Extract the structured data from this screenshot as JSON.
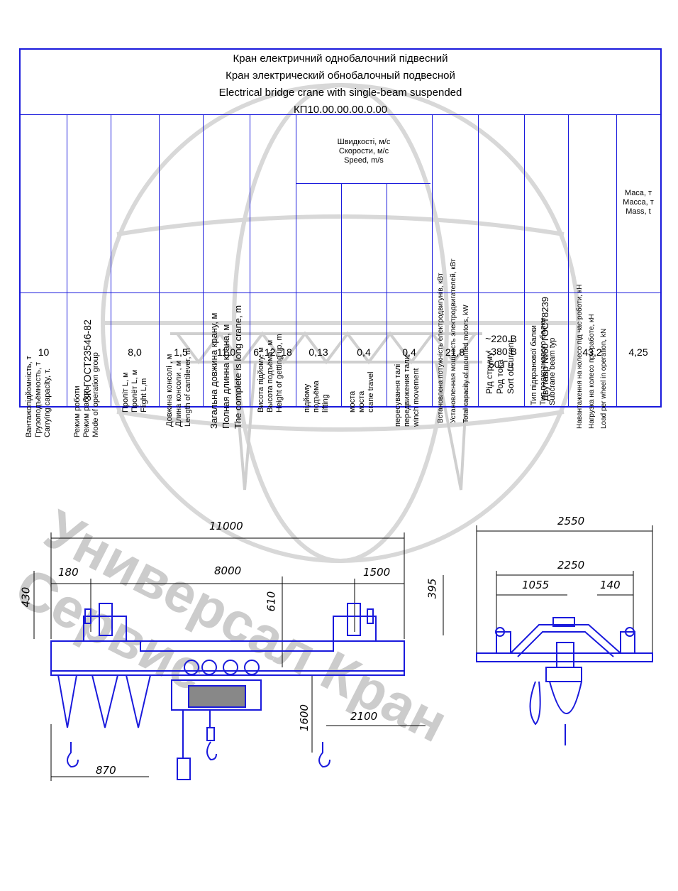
{
  "watermark": {
    "text": "Универсал Кран Сервис"
  },
  "title": {
    "line_ua": "Кран електричний однобалочний підвесний",
    "line_ru": "Кран электрический обнобалочный подвесной",
    "line_en": "Electrical bridge crane with single-beam suspended",
    "code": "КП10.00.00.00.0.00"
  },
  "headers": {
    "capacity": [
      "Вантажопідйомність, т",
      "Грузоподъёмность, т",
      "Carrying capacity, т."
    ],
    "mode": [
      "Режим роботи",
      "Режим работы",
      "Mode of operation group"
    ],
    "span": [
      "Проліт L, м",
      "Пролёт L, м",
      "Flight L,m"
    ],
    "cantilever": [
      "Довжина консолі , м",
      "Длина консоли , м",
      "Length of cantilever, m"
    ],
    "total_length": [
      "Загальна довжина крану, м",
      "Полная длинна крана, м",
      "The complete is long crane, m"
    ],
    "lift_height": [
      "Висота підйому, м",
      "Высота подъёма , м",
      "Height of getting up, m"
    ],
    "speeds": [
      "Швидкості, м/с",
      "Скорости, м/с",
      "Speed, m/s"
    ],
    "speed_lifting": [
      "підйому",
      "подъёма",
      "lifting"
    ],
    "speed_bridge": [
      "моста",
      "моста",
      "crane travel"
    ],
    "speed_winch": [
      "пересування талі",
      "передвижения тали",
      "winch movement"
    ],
    "power": [
      "Встановлена потужність електродвигунів, кВт",
      "Установленная мощность электродвигателей, кВт",
      "Total capacity of mounted motors, kW"
    ],
    "current": [
      "Рід струму",
      "Род тока",
      "Sort of current"
    ],
    "beam": [
      "Тип підкранової балки",
      "Тип подкранового балки",
      "Subcrane beam typ"
    ],
    "wheel_load": [
      "Навантаження на колесо під час роботи, кН",
      "Нагрузка на колесо при работе, кН",
      "Load per wheel in operation, kN"
    ],
    "mass": [
      "Маса, т",
      "Масса, т",
      "Mass, t"
    ]
  },
  "values": {
    "capacity": "10",
    "mode": "3К ГОСТ23546-82",
    "span": "8,0",
    "cantilever": "1,5",
    "total_length": "11,0",
    "lift_height": "6, 12, 18",
    "speed_lifting": "0,13",
    "speed_bridge": "0,4",
    "speed_winch": "0,4",
    "power": "21,8",
    "current": [
      "~220 В",
      "~380 В",
      "50 Гц"
    ],
    "beam": "Двутавр №60 ГОСТ8239",
    "wheel_load": "43,2",
    "mass": "4,25"
  },
  "dimensions": {
    "front": {
      "total": "11000",
      "span": "8000",
      "left_overhang": "180",
      "right_overhang": "1500",
      "height_430": "430",
      "height_610": "610",
      "height_395": "395",
      "hook_1600": "1600",
      "hook_2100": "2100",
      "hook_870": "870"
    },
    "side": {
      "width_2550": "2550",
      "width_2250": "2250",
      "dim_1055": "1055",
      "dim_140": "140"
    }
  },
  "colors": {
    "border": "#1a1adc",
    "drawing": "#1a1adc",
    "watermark": "#cccccc"
  }
}
